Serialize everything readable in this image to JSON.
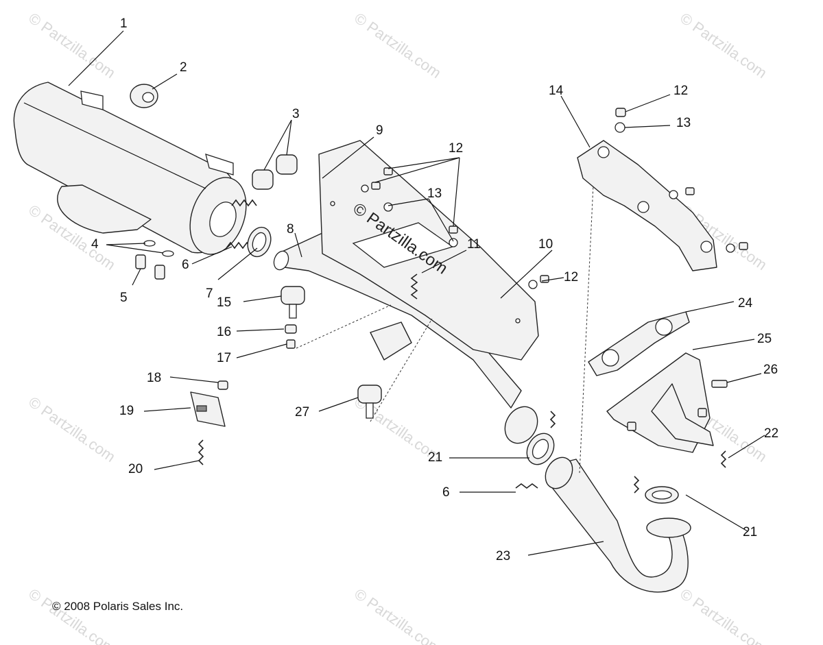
{
  "callouts": [
    "1",
    "2",
    "3",
    "4",
    "5",
    "6",
    "7",
    "8",
    "9",
    "10",
    "11",
    "12",
    "13",
    "14",
    "15",
    "16",
    "17",
    "18",
    "19",
    "20",
    "21",
    "22",
    "23",
    "24",
    "25",
    "26",
    "27"
  ],
  "extra_callouts": {
    "c12b": "12",
    "c13b": "13",
    "c12c": "12",
    "c6b": "6",
    "c21b": "21"
  },
  "watermark": "© Partzilla.com",
  "center_watermark": "© Partzilla.com",
  "copyright": "© 2008 Polaris Sales Inc."
}
